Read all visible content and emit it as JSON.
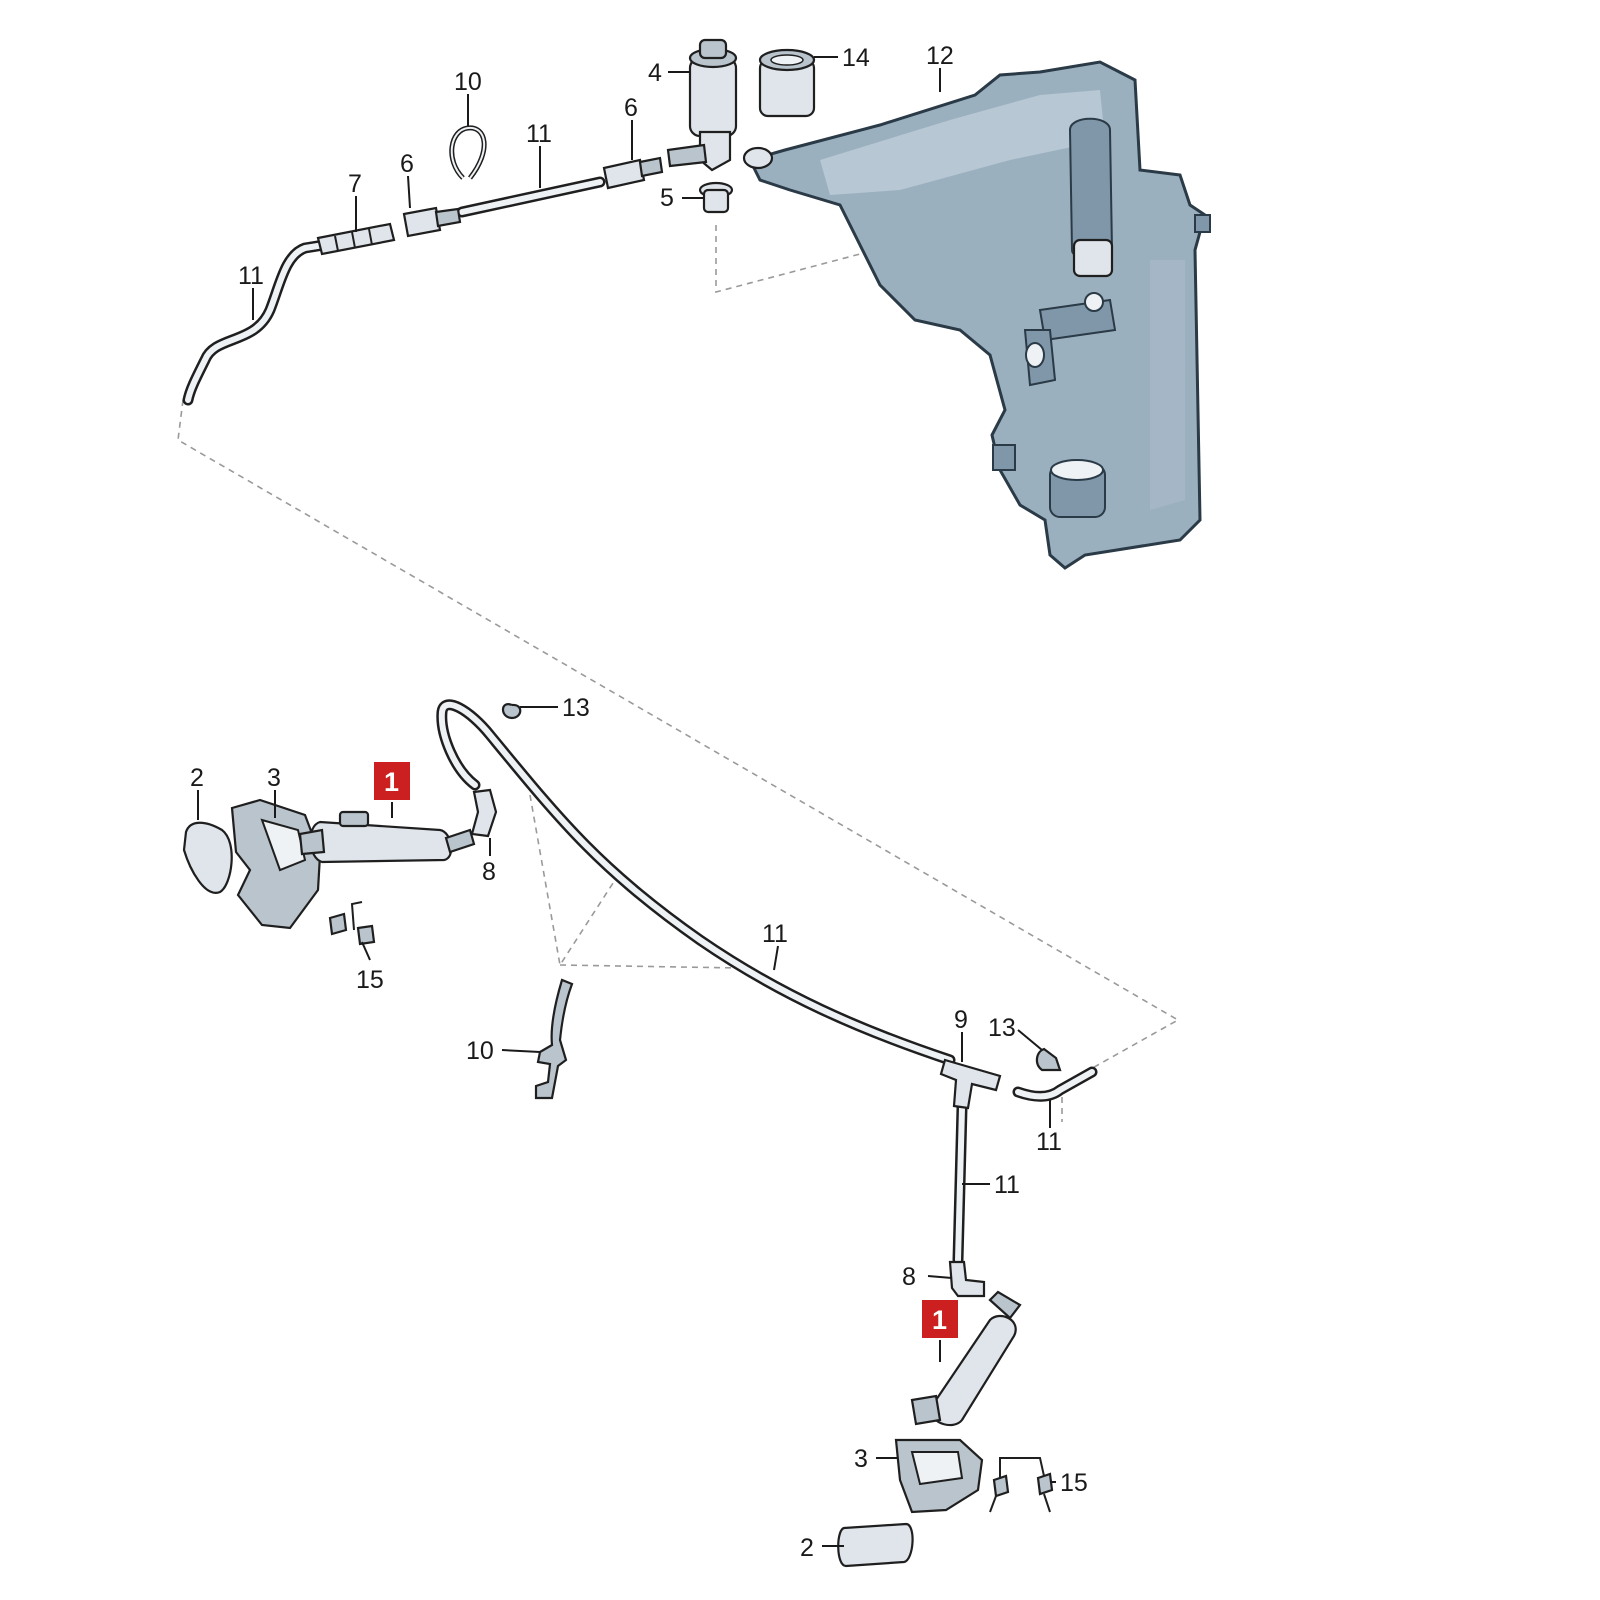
{
  "diagram": {
    "highlight_color": "#cc1f1f",
    "tank_color": "#9bb0bf",
    "callouts": {
      "c1a": "1",
      "c1b": "1",
      "c2a": "2",
      "c2b": "2",
      "c3a": "3",
      "c3b": "3",
      "c4": "4",
      "c5": "5",
      "c6a": "6",
      "c6b": "6",
      "c7": "7",
      "c8a": "8",
      "c8b": "8",
      "c9": "9",
      "c10a": "10",
      "c10b": "10",
      "c11a": "11",
      "c11b": "11",
      "c11c": "11",
      "c11d": "11",
      "c11e": "11",
      "c12": "12",
      "c13a": "13",
      "c13b": "13",
      "c14": "14",
      "c15a": "15",
      "c15b": "15"
    }
  }
}
